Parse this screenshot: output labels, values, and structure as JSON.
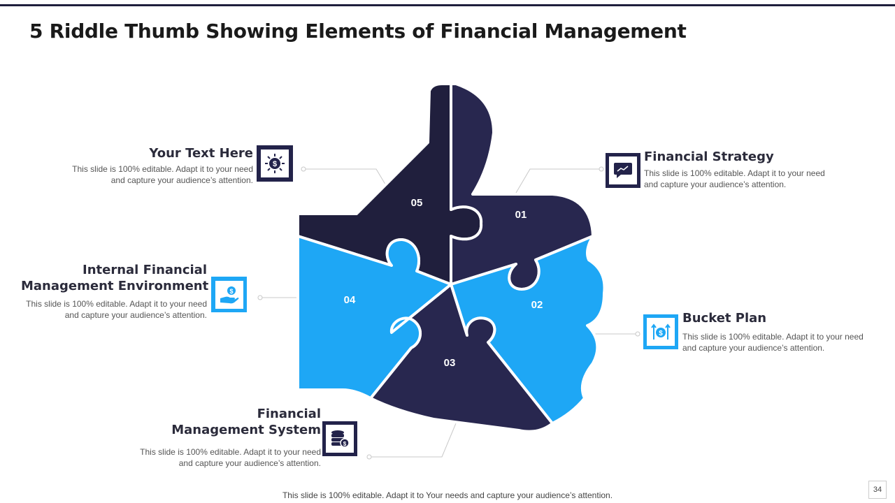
{
  "title": "5 Riddle Thumb Showing Elements of Financial Management",
  "pieces": [
    {
      "number": "01",
      "color": "#28274f"
    },
    {
      "number": "02",
      "color": "#1ea7f5"
    },
    {
      "number": "03",
      "color": "#28274f"
    },
    {
      "number": "04",
      "color": "#1ea7f5"
    },
    {
      "number": "05",
      "color": "#201f3d"
    }
  ],
  "items": [
    {
      "heading": "Financial Strategy",
      "desc_line1": "This slide is 100% editable. Adapt it to your need",
      "desc_line2": "and capture your audience’s attention.",
      "icon": "chat-chart-icon"
    },
    {
      "heading": "Bucket Plan",
      "desc_line1": "This slide is 100% editable. Adapt it to your need",
      "desc_line2": "and capture your audience’s attention.",
      "icon": "dollar-arrows-icon"
    },
    {
      "heading_line1": "Financial",
      "heading_line2": "Management System",
      "desc_line1": "This slide is 100% editable. Adapt it to your need",
      "desc_line2": "and capture your audience’s attention.",
      "icon": "coin-stack-gear-icon"
    },
    {
      "heading_line1": "Internal Financial",
      "heading_line2": "Management Environment",
      "desc_line1": "This slide is 100% editable. Adapt it to your need",
      "desc_line2": "and capture your audience’s attention.",
      "icon": "hand-coin-icon"
    },
    {
      "heading": "Your Text Here",
      "desc_line1": "This slide is 100% editable. Adapt it to your need",
      "desc_line2": "and capture your audience’s attention.",
      "icon": "dollar-gear-icon"
    }
  ],
  "footer": "This slide is 100% editable. Adapt it to Your needs and capture your audience’s attention.",
  "page_number": "34",
  "colors": {
    "navy": "#23234a",
    "blue": "#1ea7f5",
    "dark": "#201f3d"
  }
}
